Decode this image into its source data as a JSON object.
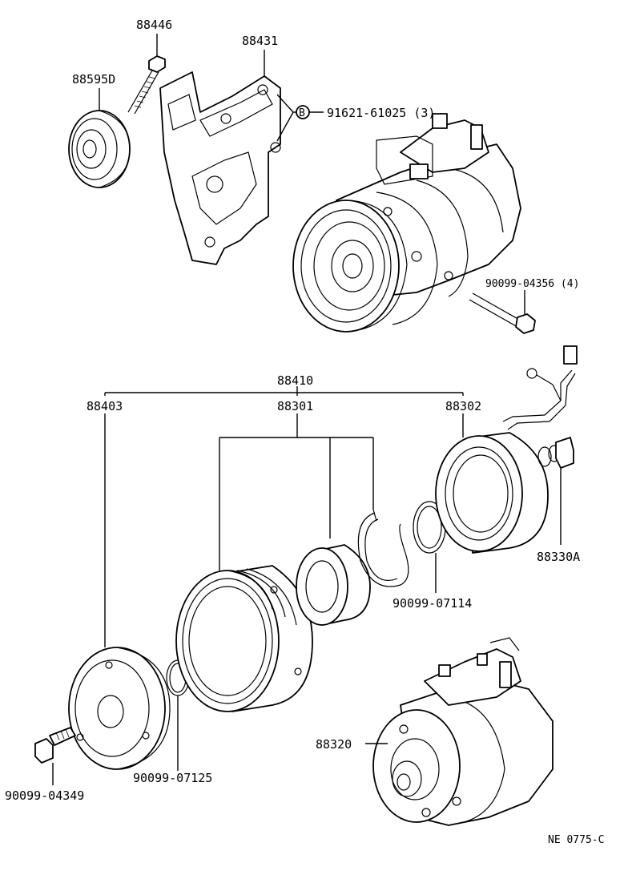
{
  "labels": {
    "bolt_88446": "88446",
    "bracket_88431": "88431",
    "pulley_88595d": "88595D",
    "nut_91621": "91621-61025 (3)",
    "nut_symbol": "B",
    "bolt_90099_04356": "90099-04356 (4)",
    "clutch_assy_88410": "88410",
    "hub_88403": "88403",
    "pulley_88301": "88301",
    "coil_88302": "88302",
    "switch_88330a": "88330A",
    "snap_ring_90099_07114": "90099-07114",
    "snap_ring_90099_07125": "90099-07125",
    "compressor_88320": "88320",
    "bolt_90099_04349": "90099-04349",
    "figure_code": "NE 0775-C"
  }
}
